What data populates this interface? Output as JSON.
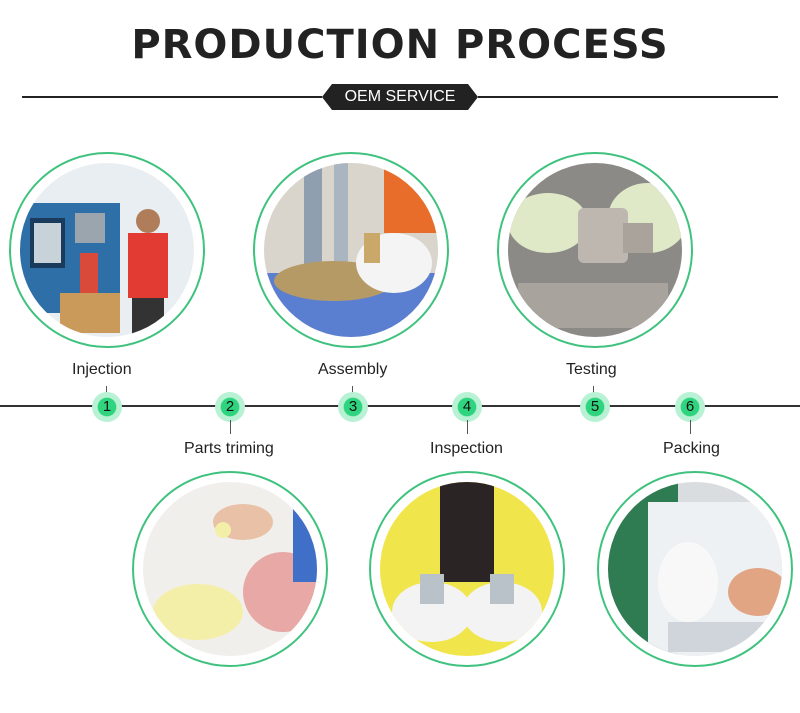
{
  "header": {
    "title": "PRODUCTION PROCESS",
    "subtitle": "OEM SERVICE"
  },
  "steps": [
    {
      "number": "1",
      "label": "Injection"
    },
    {
      "number": "2",
      "label": "Parts triming"
    },
    {
      "number": "3",
      "label": "Assembly"
    },
    {
      "number": "4",
      "label": "Inspection"
    },
    {
      "number": "5",
      "label": "Testing"
    },
    {
      "number": "6",
      "label": "Packing"
    }
  ],
  "colors": {
    "accent": "#2fd47f",
    "ring": "#3fc27e",
    "dark": "#222222"
  }
}
